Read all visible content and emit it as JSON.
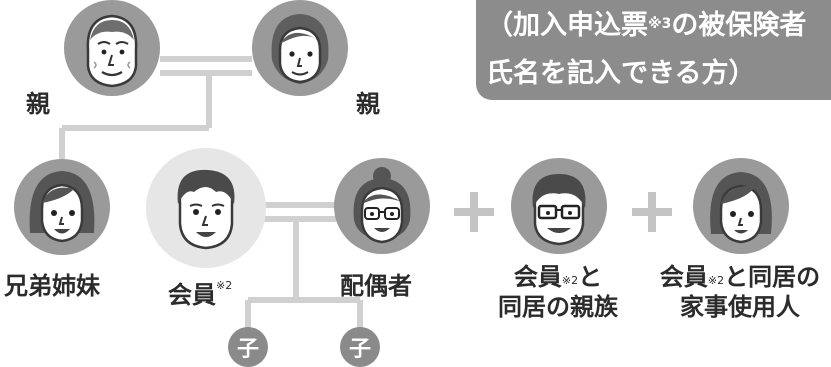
{
  "header": {
    "line1_a": "（加入申込票",
    "line1_note": "※3",
    "line1_b": "の被保険者",
    "line2": "氏名を記入できる方）"
  },
  "people": {
    "parent_left": "親",
    "parent_right": "親",
    "sibling": "兄弟姉妹",
    "member": "会員",
    "member_note": "※2",
    "spouse": "配偶者",
    "child_1": "子",
    "child_2": "子",
    "relative_line1_a": "会員",
    "relative_line1_note": "※2",
    "relative_line1_b": "と",
    "relative_line2": "同居の親族",
    "domestic_line1_a": "会員",
    "domestic_line1_note": "※2",
    "domestic_line1_b": "と同居の",
    "domestic_line2": "家事使用人"
  },
  "colors": {
    "header_bg": "#8c8c8c",
    "circle_gray": "#9a9a9a",
    "member_highlight": "#e6e6e6",
    "connector": "#d0d0d0"
  },
  "icons": {
    "operator": "plus-icon"
  }
}
